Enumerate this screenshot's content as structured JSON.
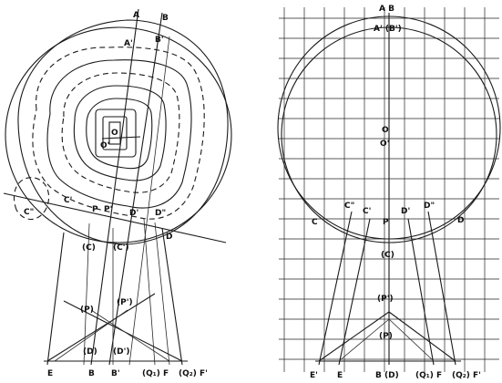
{
  "left_figure": {
    "labels": {
      "A": "A",
      "B": "B",
      "A_prime": "A'",
      "B_prime": "B'",
      "O": "O",
      "O_prime": "O'",
      "C_prime": "C'",
      "C_second": "C\"",
      "P": "P",
      "P_prime": "P'",
      "D_prime": "D'",
      "D_second": "D\"",
      "D": "D",
      "C_paren": "(C)",
      "C_prime_paren": "(C')",
      "P_paren": "(P)",
      "P_prime_paren": "(P')",
      "D_paren": "(D)",
      "D_prime_paren": "(D')",
      "E": "E",
      "B_bottom": "B",
      "B_prime_bottom": "B'",
      "Q1F": "(Q₁) F",
      "Q2F_prime": "(Q₂) F'"
    }
  },
  "right_figure": {
    "labels": {
      "A_B": "A  B",
      "A_B_prime": "A' (B')",
      "O": "O",
      "O_prime": "O'",
      "C": "C",
      "C_second": "C\"",
      "C_prime": "C'",
      "P": "P",
      "D_prime": "D'",
      "D_second": "D\"",
      "D": "D",
      "C_paren": "(C)",
      "P_prime_paren": "(P')",
      "P_paren": "(P)",
      "E_prime": "E'",
      "E": "E",
      "B_D": "B (D)",
      "Q1F": "(Q₁) F",
      "Q2F_prime": "(Q₂) F'"
    }
  }
}
